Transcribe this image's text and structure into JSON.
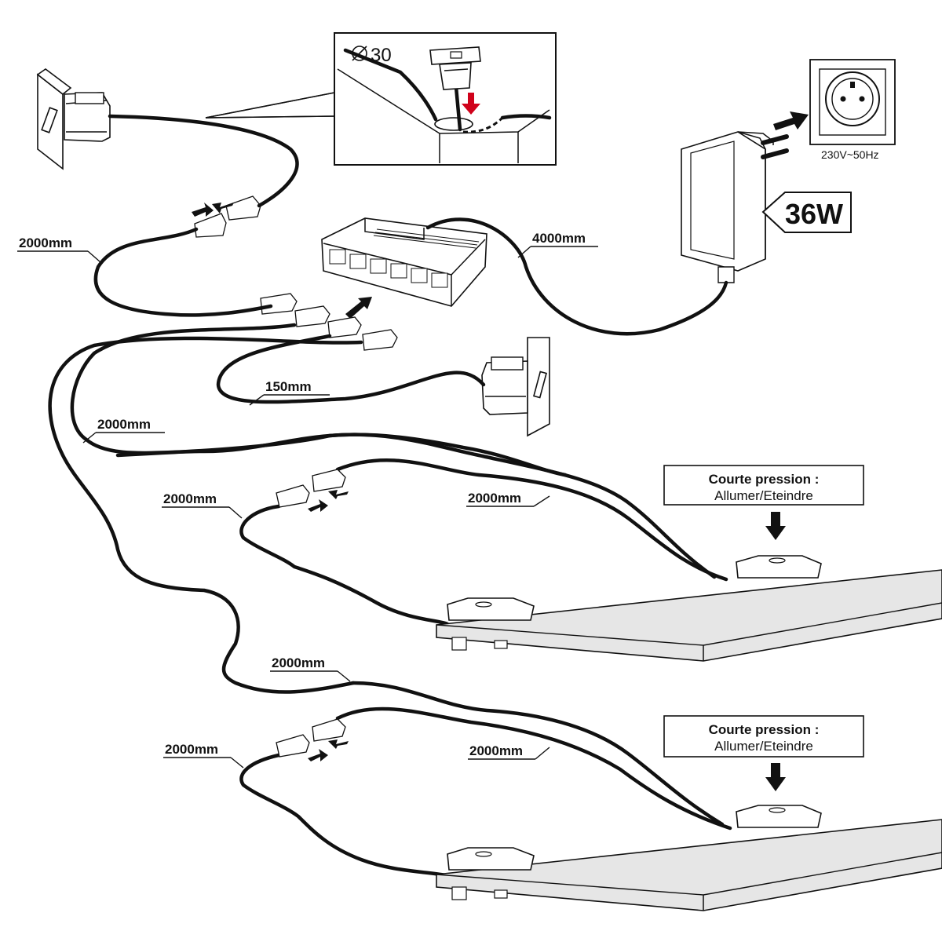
{
  "diagram": {
    "cable_labels": {
      "c1": "2000mm",
      "c2": "4000mm",
      "c3": "150mm",
      "c4": "2000mm",
      "c5": "2000mm",
      "c6": "2000mm",
      "c7": "2000mm",
      "c8": "2000mm",
      "c9": "2000mm"
    },
    "hole_diameter": "30",
    "voltage": "230V~50Hz",
    "power": "36W",
    "notes": [
      {
        "title": "Courte pression :",
        "text": "Allumer/Eteindre"
      },
      {
        "title": "Courte pression :",
        "text": "Allumer/Eteindre"
      }
    ],
    "colors": {
      "line": "#111111",
      "accent_red": "#d0021b",
      "shelf": "#e6e6e6",
      "panel": "#f2f2f2"
    },
    "icons": [
      "switch-module",
      "socket",
      "power-adapter",
      "distributor-box",
      "connector",
      "shelf-touch-sensor"
    ]
  }
}
